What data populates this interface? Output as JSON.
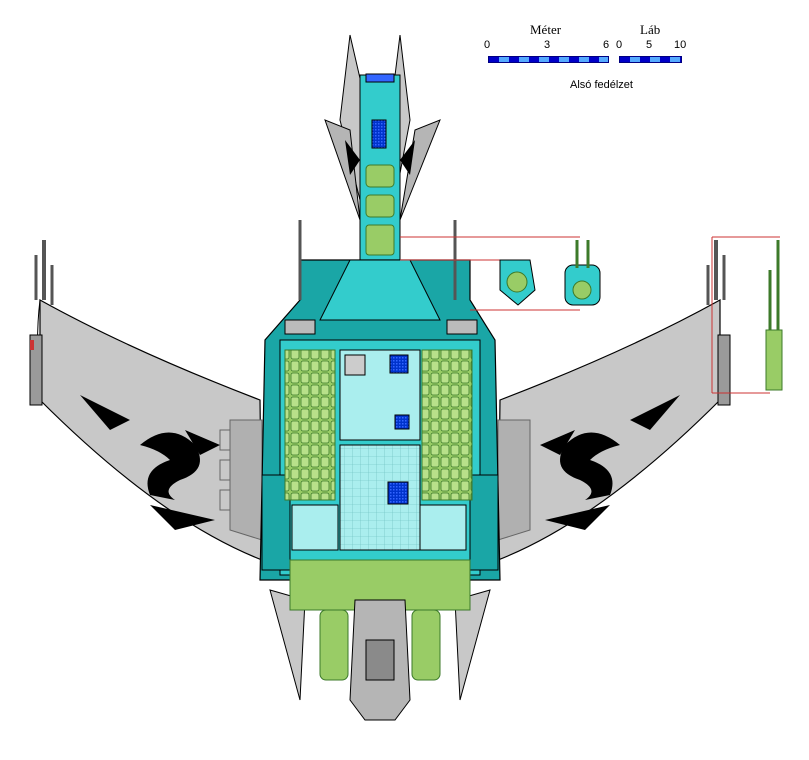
{
  "scale": {
    "meter": {
      "title": "Méter",
      "ticks": [
        "0",
        "3",
        "6"
      ]
    },
    "foot": {
      "title": "Láb",
      "ticks": [
        "0",
        "5",
        "10"
      ]
    }
  },
  "deck_label": "Alsó fedélzet",
  "colors": {
    "hull_gray": "#c8c8c8",
    "hull_dark": "#6e6e6e",
    "cyan": "#33cccc",
    "cyan_light": "#aaeeee",
    "green": "#99cc66",
    "green_dark": "#3c7a2a",
    "blue": "#0033cc",
    "callout_red": "#cc3333",
    "tattoo_black": "#000000"
  }
}
